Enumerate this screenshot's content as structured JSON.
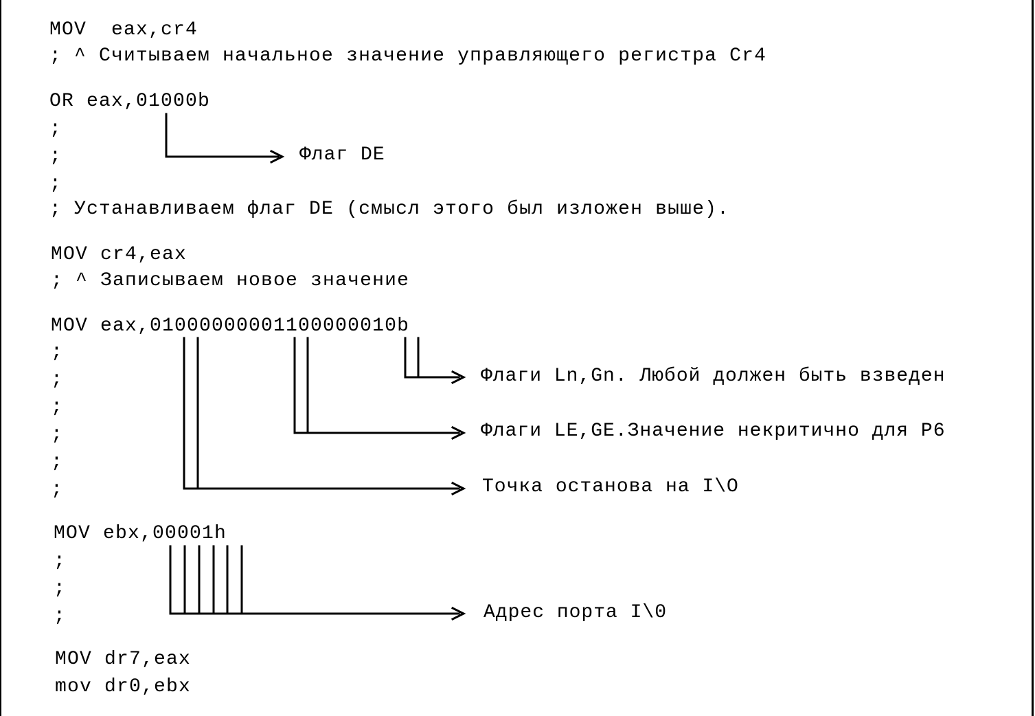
{
  "code": {
    "mov_eax_cr4": "MOV  eax,cr4",
    "comment_read_cr4": "; ^ Считываем начальное значение управляющего регистра Cr4",
    "or_eax": "OR eax,01000b",
    "semicolon": ";",
    "comment_set_de": "; Устанавливаем флаг DE (смысл этого был изложен выше).",
    "mov_cr4_eax": "MOV cr4,eax",
    "comment_write_new": "; ^ Записываем новое значение",
    "mov_eax_bits": "MOV eax,01000000001100000010b",
    "mov_ebx": "MOV ebx,00001h",
    "mov_dr7": "MOV dr7,eax",
    "mov_dr0": "mov dr0,ebx"
  },
  "annotations": {
    "flag_de": "Флаг DE",
    "flags_ln_gn": "Флаги Ln,Gn. Любой должен быть взведен",
    "flags_le_ge": "Флаги LE,GE.Значение некритично для P6",
    "io_breakpoint": "Точка останова на I\\O",
    "io_port_address": "Адрес порта I\\0"
  }
}
